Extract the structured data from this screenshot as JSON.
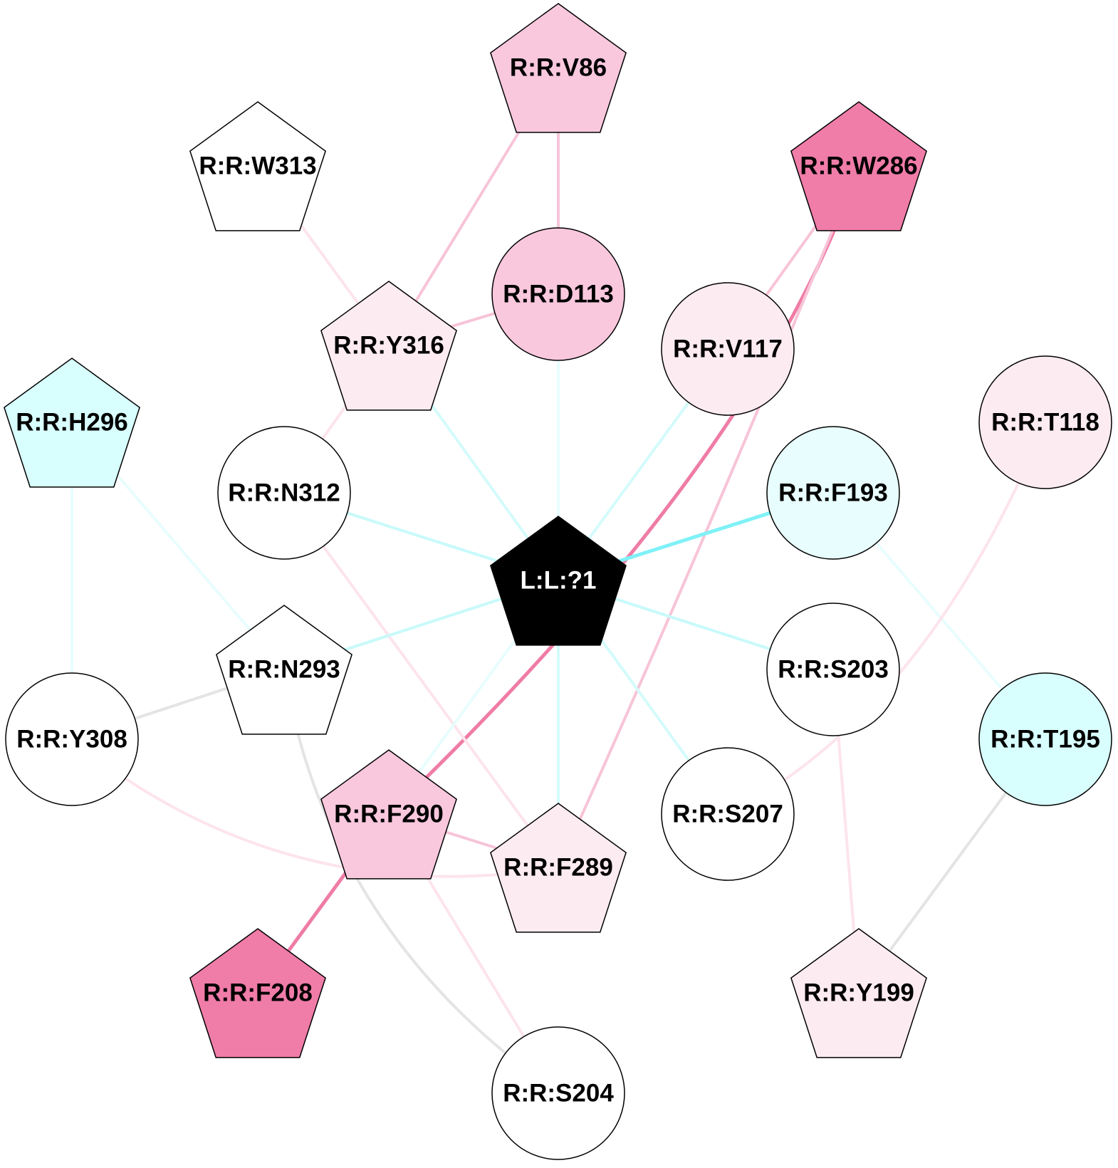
{
  "nodes": [
    {
      "id": "V86",
      "label": "R:R:V86",
      "shape": "pentagon",
      "fill": "#f9c8dd"
    },
    {
      "id": "W313",
      "label": "R:R:W313",
      "shape": "pentagon",
      "fill": "#ffffff"
    },
    {
      "id": "W286",
      "label": "R:R:W286",
      "shape": "pentagon",
      "fill": "#f07ca8"
    },
    {
      "id": "D113",
      "label": "R:R:D113",
      "shape": "circle",
      "fill": "#f9c8dd"
    },
    {
      "id": "Y316",
      "label": "R:R:Y316",
      "shape": "pentagon",
      "fill": "#fdebf2"
    },
    {
      "id": "V117",
      "label": "R:R:V117",
      "shape": "circle",
      "fill": "#fdebf2"
    },
    {
      "id": "H296",
      "label": "R:R:H296",
      "shape": "pentagon",
      "fill": "#d8fefe"
    },
    {
      "id": "T118",
      "label": "R:R:T118",
      "shape": "circle",
      "fill": "#fdebf2"
    },
    {
      "id": "N312",
      "label": "R:R:N312",
      "shape": "circle",
      "fill": "#ffffff"
    },
    {
      "id": "F193",
      "label": "R:R:F193",
      "shape": "circle",
      "fill": "#e8fefe"
    },
    {
      "id": "L1",
      "label": "L:L:?1",
      "shape": "pentagon",
      "fill": "#000000",
      "text_color": "#ffffff"
    },
    {
      "id": "N293",
      "label": "R:R:N293",
      "shape": "pentagon",
      "fill": "#ffffff"
    },
    {
      "id": "S203",
      "label": "R:R:S203",
      "shape": "circle",
      "fill": "#ffffff"
    },
    {
      "id": "Y308",
      "label": "R:R:Y308",
      "shape": "circle",
      "fill": "#ffffff"
    },
    {
      "id": "T195",
      "label": "R:R:T195",
      "shape": "circle",
      "fill": "#d8fefe"
    },
    {
      "id": "F290",
      "label": "R:R:F290",
      "shape": "pentagon",
      "fill": "#f9c8dd"
    },
    {
      "id": "S207",
      "label": "R:R:S207",
      "shape": "circle",
      "fill": "#ffffff"
    },
    {
      "id": "F289",
      "label": "R:R:F289",
      "shape": "pentagon",
      "fill": "#fdebf2"
    },
    {
      "id": "F208",
      "label": "R:R:F208",
      "shape": "pentagon",
      "fill": "#f07ca8"
    },
    {
      "id": "Y199",
      "label": "R:R:Y199",
      "shape": "pentagon",
      "fill": "#fdebf2"
    },
    {
      "id": "S204",
      "label": "R:R:S204",
      "shape": "circle",
      "fill": "#ffffff"
    }
  ],
  "edges": [
    {
      "from": "V86",
      "to": "D113",
      "color": "#f7c4d8"
    },
    {
      "from": "V86",
      "to": "Y316",
      "color": "#f7c4d8"
    },
    {
      "from": "W313",
      "to": "Y316",
      "color": "#fde4ec"
    },
    {
      "from": "D113",
      "to": "Y316",
      "color": "#f7c4d8"
    },
    {
      "from": "D113",
      "to": "L1",
      "color": "#e8fdfd"
    },
    {
      "from": "W286",
      "to": "V117",
      "color": "#f7c4d8"
    },
    {
      "from": "W286",
      "to": "F290",
      "color": "#ef7ca6",
      "curve": true
    },
    {
      "from": "W286",
      "to": "F289",
      "color": "#f7c4d8",
      "curve": true
    },
    {
      "from": "Y316",
      "to": "L1",
      "color": "#d4fbfb"
    },
    {
      "from": "Y316",
      "to": "N312",
      "color": "#fde4ec"
    },
    {
      "from": "V117",
      "to": "L1",
      "color": "#d4fbfb"
    },
    {
      "from": "H296",
      "to": "Y308",
      "color": "#e8fdfd"
    },
    {
      "from": "H296",
      "to": "N293",
      "color": "#e8fdfd"
    },
    {
      "from": "N312",
      "to": "L1",
      "color": "#c8fafa"
    },
    {
      "from": "N312",
      "to": "F289",
      "color": "#fde4ec"
    },
    {
      "from": "F193",
      "to": "L1",
      "color": "#7ff1f7"
    },
    {
      "from": "F193",
      "to": "T195",
      "color": "#e8fdfd"
    },
    {
      "from": "T118",
      "to": "S207",
      "color": "#fde4ec",
      "curve": true
    },
    {
      "from": "L1",
      "to": "N293",
      "color": "#c8fafa"
    },
    {
      "from": "L1",
      "to": "S203",
      "color": "#c8fafa"
    },
    {
      "from": "L1",
      "to": "S207",
      "color": "#d4fbfb"
    },
    {
      "from": "L1",
      "to": "F289",
      "color": "#d4fbfb"
    },
    {
      "from": "L1",
      "to": "F290",
      "color": "#e8fdfd"
    },
    {
      "from": "N293",
      "to": "Y308",
      "color": "#e4e4e4"
    },
    {
      "from": "N293",
      "to": "S204",
      "color": "#e4e4e4",
      "curve": true
    },
    {
      "from": "Y308",
      "to": "F289",
      "color": "#fde4ec",
      "curve": true
    },
    {
      "from": "F290",
      "to": "F289",
      "color": "#f7c4d8"
    },
    {
      "from": "F290",
      "to": "F208",
      "color": "#ef7ca6"
    },
    {
      "from": "F290",
      "to": "S204",
      "color": "#fde4ec"
    },
    {
      "from": "S203",
      "to": "Y199",
      "color": "#fde4ec"
    },
    {
      "from": "T195",
      "to": "Y199",
      "color": "#e4e4e4"
    }
  ]
}
